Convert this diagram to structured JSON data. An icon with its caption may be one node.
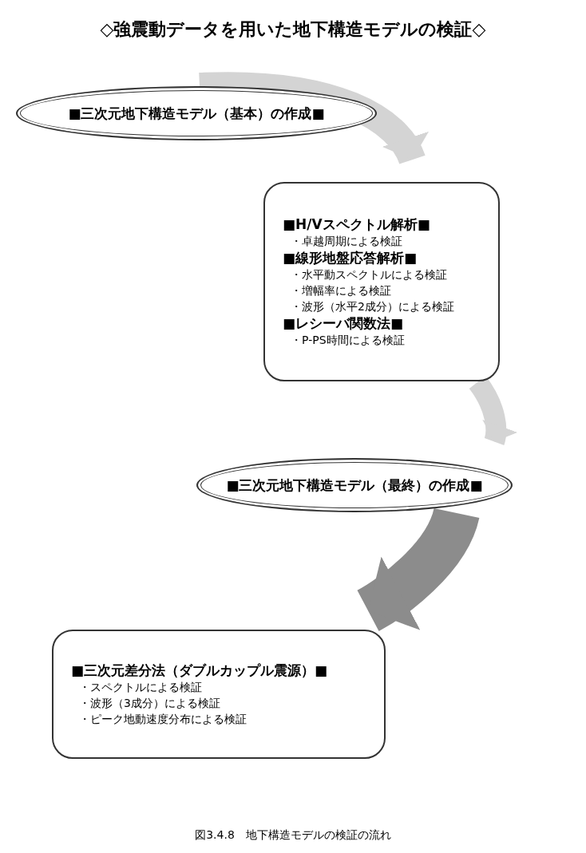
{
  "diagram": {
    "title": "◇強震動データを用いた地下構造モデルの検証◇",
    "caption": "図3.4.8　地下構造モデルの検証の流れ",
    "nodes": [
      {
        "text": [
          "■三次元地下構造モデル（基本）の作成■"
        ]
      },
      {
        "text": [
          "■H/Vスペクトル解析■",
          "・卓越周期による検証",
          "■線形地盤応答解析■",
          "・水平動スペクトルによる検証",
          "・増幅率による検証",
          "・波形（水平2成分）による検証",
          "■レシーバ関数法■",
          "・P-PS時間による検証"
        ]
      },
      {
        "text": [
          "■三次元地下構造モデル（最終）の作成■"
        ]
      },
      {
        "text": [
          "■三次元差分法（ダブルカップル震源）■",
          "・スペクトルによる検証",
          "・波形（3成分）による検証",
          "・ピーク地動速度分布による検証"
        ]
      }
    ],
    "edges": [
      {
        "from": 0,
        "to": 1,
        "arrow": "to"
      },
      {
        "from": 1,
        "to": 2,
        "arrow": "to"
      },
      {
        "from": 2,
        "to": 3,
        "arrow": "to",
        "color": "#8c8c8c"
      }
    ]
  }
}
